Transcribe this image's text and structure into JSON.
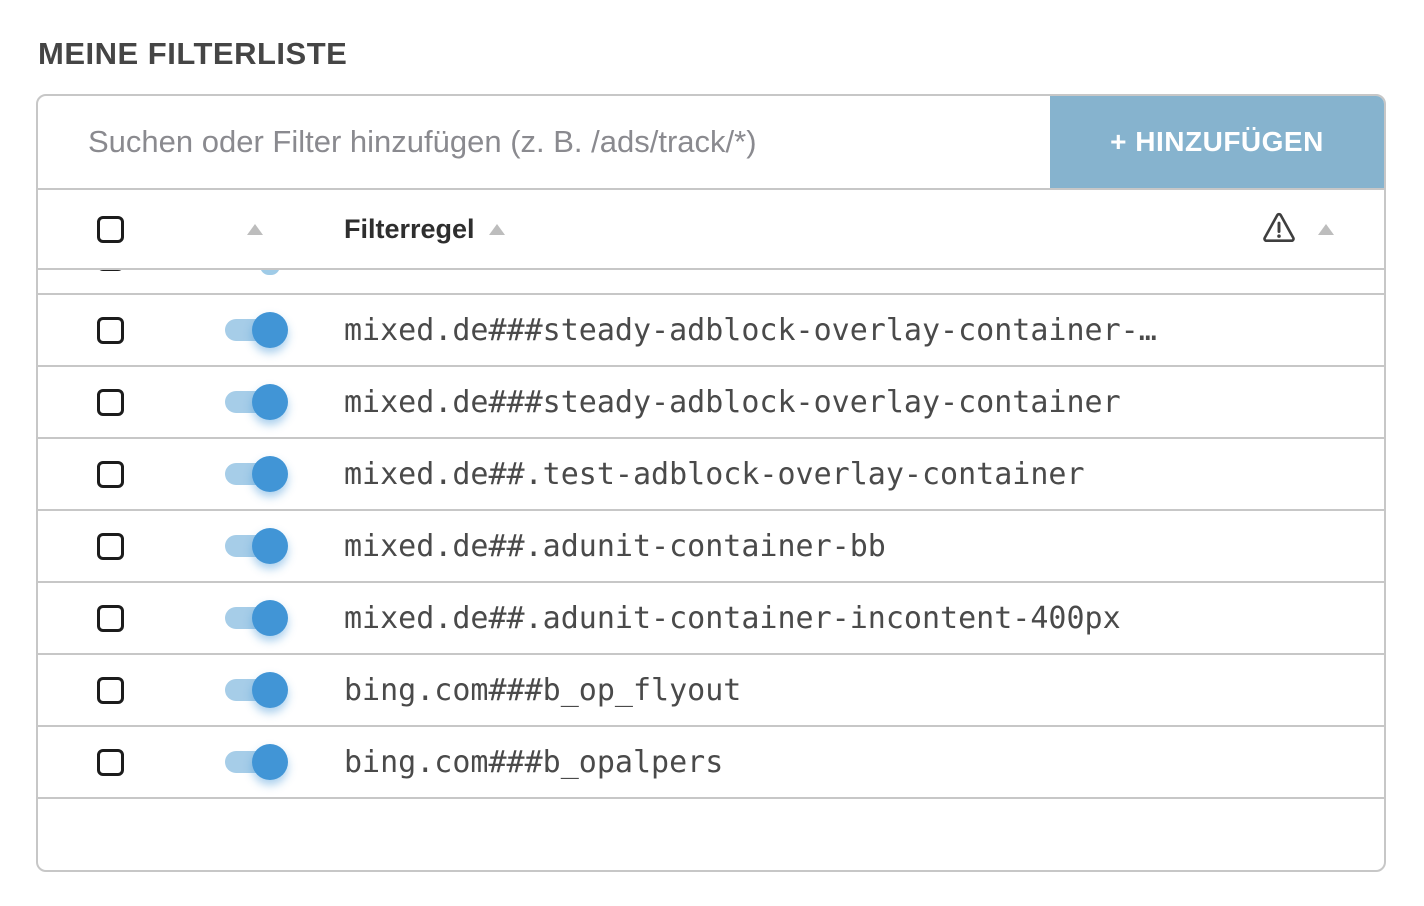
{
  "page": {
    "title": "MEINE FILTERLISTE"
  },
  "search": {
    "placeholder": "Suchen oder Filter hinzufügen (z. B. /ads/track/*)",
    "value": ""
  },
  "toolbar": {
    "add_label": "+ HINZUFÜGEN"
  },
  "table": {
    "header": {
      "select_all_checked": false,
      "rule_column_label": "Filterregel",
      "warning_icon": "warning-triangle-icon",
      "sort_arrows": [
        "toggle-column",
        "rule-column",
        "warning-column"
      ]
    },
    "partial_row": {
      "note": "row scrolled partially out of view above"
    },
    "rows": [
      {
        "rule": "mixed.de###steady-adblock-overlay-container-…",
        "enabled": true,
        "checked": false
      },
      {
        "rule": "mixed.de###steady-adblock-overlay-container",
        "enabled": true,
        "checked": false
      },
      {
        "rule": "mixed.de##.test-adblock-overlay-container",
        "enabled": true,
        "checked": false
      },
      {
        "rule": "mixed.de##.adunit-container-bb",
        "enabled": true,
        "checked": false
      },
      {
        "rule": "mixed.de##.adunit-container-incontent-400px",
        "enabled": true,
        "checked": false
      },
      {
        "rule": "bing.com###b_op_flyout",
        "enabled": true,
        "checked": false
      },
      {
        "rule": "bing.com###b_opalpers",
        "enabled": true,
        "checked": false
      }
    ]
  },
  "colors": {
    "add_button_bg": "#86b3ce",
    "toggle_track": "#a6cde8",
    "toggle_knob": "#4195d6",
    "divider": "#c7c7c7",
    "rule_text": "#4a4a4a",
    "title_text": "#454545"
  }
}
